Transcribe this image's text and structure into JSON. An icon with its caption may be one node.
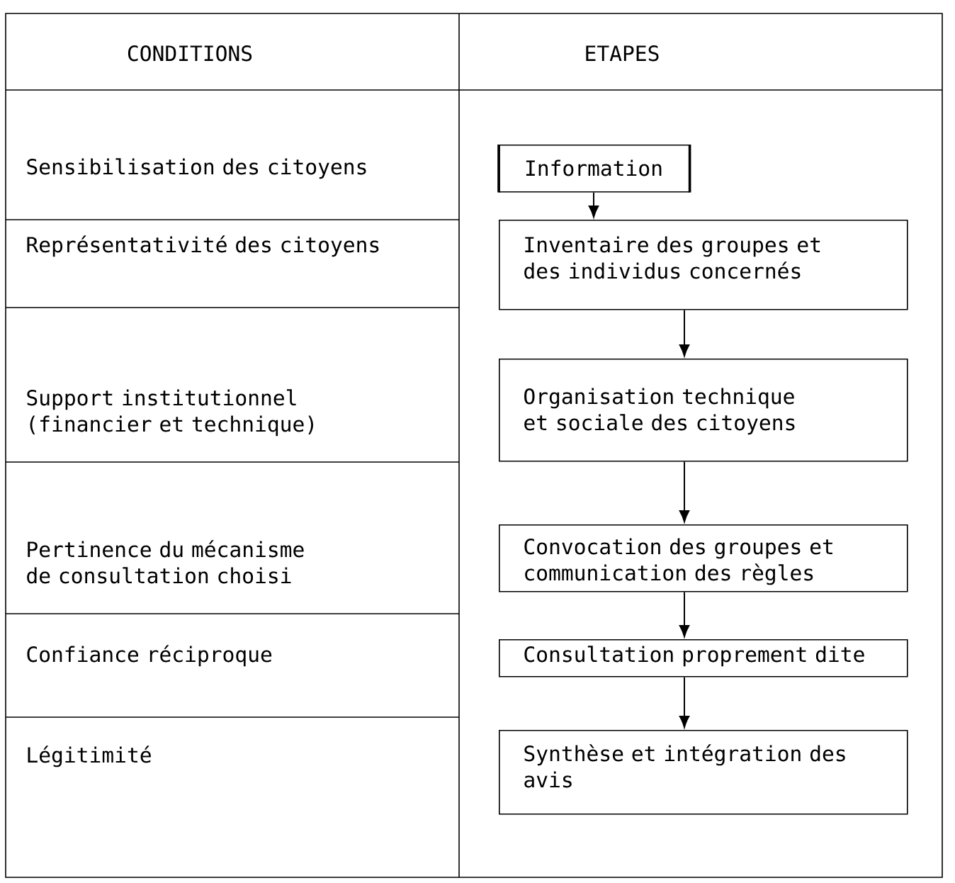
{
  "diagram": {
    "nodes": [
      {
        "text": [
          "Information"
        ]
      },
      {
        "text": [
          "Inventaire des groupes et des individus concernés"
        ]
      },
      {
        "text": [
          "Organisation technique et sociale des citoyens"
        ]
      },
      {
        "text": [
          "Convocation des groupes et communication des règles"
        ]
      },
      {
        "text": [
          "Consultation proprement dite"
        ]
      },
      {
        "text": [
          "Synthèse et intégration des avis"
        ]
      }
    ],
    "edges": [
      {
        "from": 0,
        "to": 1,
        "arrow": "to"
      },
      {
        "from": 1,
        "to": 2,
        "arrow": "to"
      },
      {
        "from": 2,
        "to": 3,
        "arrow": "to"
      },
      {
        "from": 3,
        "to": 4,
        "arrow": "to"
      },
      {
        "from": 4,
        "to": 5,
        "arrow": "to"
      }
    ],
    "labels": [
      "CONDITIONS",
      "ETAPES",
      "Sensibilisation des citoyens",
      "Représentativité des citoyens",
      "Support institutionnel (financier et technique)",
      "Pertinence du mécanisme de consultation choisi",
      "Confiance réciproque",
      "Légitimité"
    ]
  }
}
